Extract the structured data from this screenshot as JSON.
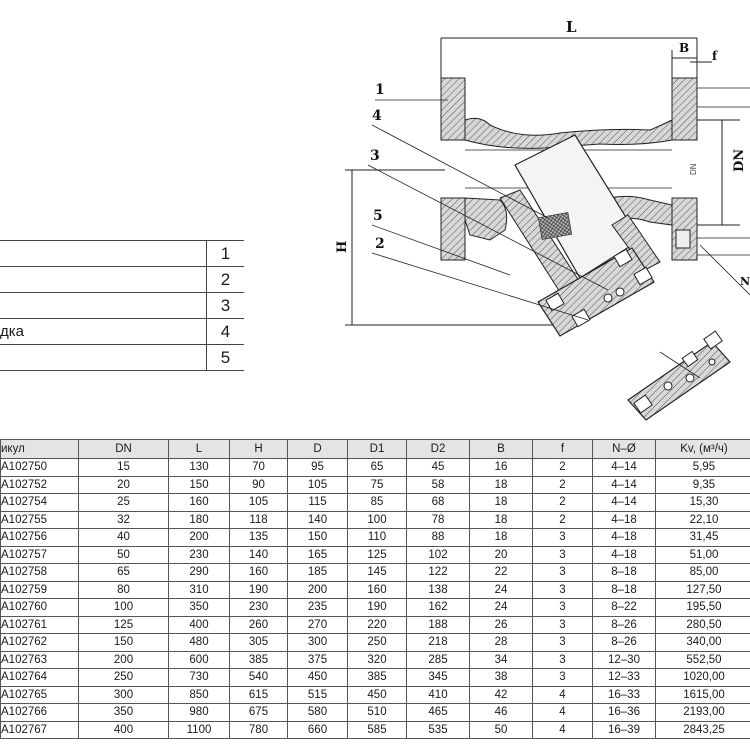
{
  "drawing": {
    "dims": {
      "L": "L",
      "B": "B",
      "f": "f",
      "H": "H",
      "DN": "DN",
      "DN_small": "DN",
      "partial_label": "N"
    },
    "callouts": [
      "1",
      "4",
      "3",
      "5",
      "2"
    ]
  },
  "parts_list": [
    {
      "name": "",
      "num": "1"
    },
    {
      "name": "",
      "num": "2"
    },
    {
      "name": "",
      "num": "3"
    },
    {
      "name": "дка",
      "num": "4"
    },
    {
      "name": "",
      "num": "5"
    }
  ],
  "spec_table": {
    "headers": [
      "икул",
      "DN",
      "L",
      "H",
      "D",
      "D1",
      "D2",
      "B",
      "f",
      "N–Ø",
      "Kv, (м³/ч)"
    ],
    "rows": [
      [
        "A102750",
        "15",
        "130",
        "70",
        "95",
        "65",
        "45",
        "16",
        "2",
        "4–14",
        "5,95"
      ],
      [
        "A102752",
        "20",
        "150",
        "90",
        "105",
        "75",
        "58",
        "18",
        "2",
        "4–14",
        "9,35"
      ],
      [
        "A102754",
        "25",
        "160",
        "105",
        "115",
        "85",
        "68",
        "18",
        "2",
        "4–14",
        "15,30"
      ],
      [
        "A102755",
        "32",
        "180",
        "118",
        "140",
        "100",
        "78",
        "18",
        "2",
        "4–18",
        "22,10"
      ],
      [
        "A102756",
        "40",
        "200",
        "135",
        "150",
        "110",
        "88",
        "18",
        "3",
        "4–18",
        "31,45"
      ],
      [
        "A102757",
        "50",
        "230",
        "140",
        "165",
        "125",
        "102",
        "20",
        "3",
        "4–18",
        "51,00"
      ],
      [
        "A102758",
        "65",
        "290",
        "160",
        "185",
        "145",
        "122",
        "22",
        "3",
        "8–18",
        "85,00"
      ],
      [
        "A102759",
        "80",
        "310",
        "190",
        "200",
        "160",
        "138",
        "24",
        "3",
        "8–18",
        "127,50"
      ],
      [
        "A102760",
        "100",
        "350",
        "230",
        "235",
        "190",
        "162",
        "24",
        "3",
        "8–22",
        "195,50"
      ],
      [
        "A102761",
        "125",
        "400",
        "260",
        "270",
        "220",
        "188",
        "26",
        "3",
        "8–26",
        "280,50"
      ],
      [
        "A102762",
        "150",
        "480",
        "305",
        "300",
        "250",
        "218",
        "28",
        "3",
        "8–26",
        "340,00"
      ],
      [
        "A102763",
        "200",
        "600",
        "385",
        "375",
        "320",
        "285",
        "34",
        "3",
        "12–30",
        "552,50"
      ],
      [
        "A102764",
        "250",
        "730",
        "540",
        "450",
        "385",
        "345",
        "38",
        "3",
        "12–33",
        "1020,00"
      ],
      [
        "A102765",
        "300",
        "850",
        "615",
        "515",
        "450",
        "410",
        "42",
        "4",
        "16–33",
        "1615,00"
      ],
      [
        "A102766",
        "350",
        "980",
        "675",
        "580",
        "510",
        "465",
        "46",
        "4",
        "16–36",
        "2193,00"
      ],
      [
        "A102767",
        "400",
        "1100",
        "780",
        "660",
        "585",
        "535",
        "50",
        "4",
        "16–39",
        "2843,25"
      ]
    ]
  }
}
